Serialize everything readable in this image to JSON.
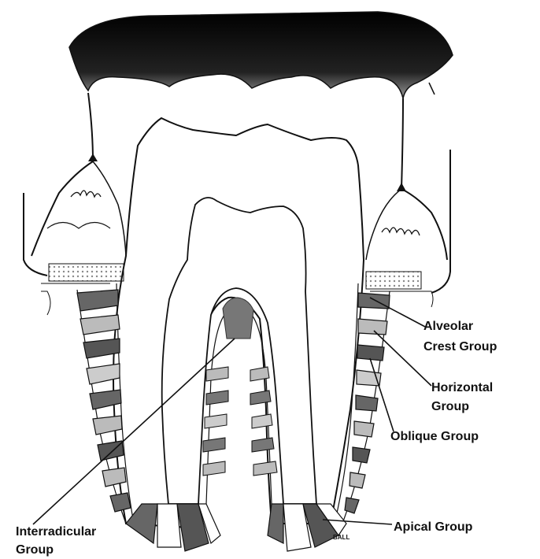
{
  "labels": {
    "alveolar_crest_line1": "Alveolar",
    "alveolar_crest_line2": "Crest Group",
    "horizontal_line1": "Horizontal",
    "horizontal_line2": "Group",
    "oblique": "Oblique Group",
    "apical": "Apical Group",
    "interradicular_line1": "Interradicular",
    "interradicular_line2": "Group",
    "small_tag": "BALL"
  },
  "colors": {
    "ink": "#111111",
    "fiber_dark": "#555555",
    "fiber_light": "#bdbdbd",
    "gum_gradient_top": "#000000"
  }
}
